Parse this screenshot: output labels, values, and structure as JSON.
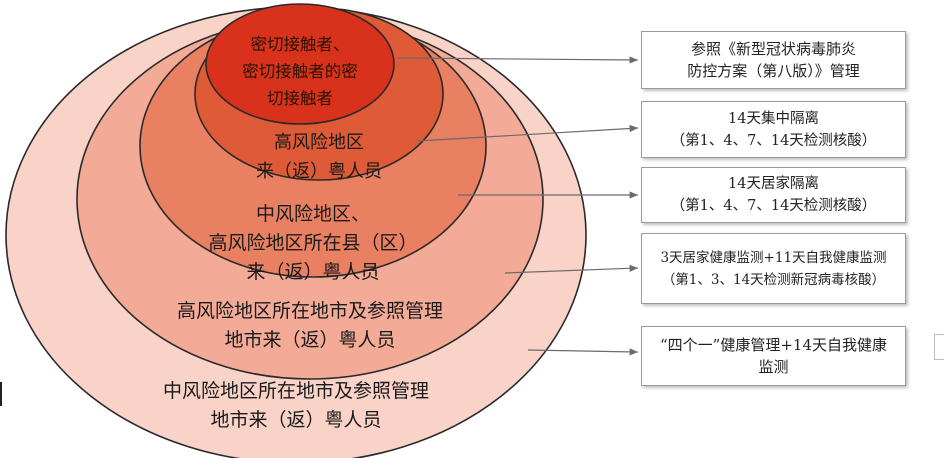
{
  "circles": [
    {
      "id": "level-5",
      "lines": [
        "中风险地区所在地市及参照管理",
        "地市来（返）粤人员"
      ],
      "fill": "#f9d2c8",
      "stroke": "#2a2a2a"
    },
    {
      "id": "level-4",
      "lines": [
        "高风险地区所在地市及参照管理",
        "地市来（返）粤人员"
      ],
      "fill": "#f3ab98",
      "stroke": "#2a2a2a"
    },
    {
      "id": "level-3",
      "lines": [
        "中风险地区、",
        "高风险地区所在县（区）",
        "来（返）粤人员"
      ],
      "fill": "#e98062",
      "stroke": "#2a2a2a"
    },
    {
      "id": "level-2",
      "lines": [
        "高风险地区",
        "来（返）粤人员"
      ],
      "fill": "#df5a36",
      "stroke": "#2a2a2a"
    },
    {
      "id": "level-1",
      "lines": [
        "密切接触者、",
        "密切接触者的密",
        "切接触者"
      ],
      "fill": "#d8321c",
      "stroke": "#2a2a2a"
    }
  ],
  "measures": [
    {
      "lines": [
        "参照《新型冠状病毒肺炎",
        "防控方案（第八版）》管理"
      ]
    },
    {
      "lines": [
        "14天集中隔离",
        "（第1、4、7、14天检测核酸）"
      ]
    },
    {
      "lines": [
        "14天居家隔离",
        "（第1、4、7、14天检测核酸）"
      ]
    },
    {
      "lines": [
        "3天居家健康监测+11天自我健康监测",
        "（第1、3、14天检测新冠病毒核酸）"
      ]
    },
    {
      "lines": [
        "“四个一”健康管理+14天自我健康",
        "监测"
      ]
    }
  ],
  "colors": {
    "connector": "#6b6b6b",
    "box_border": "#9a9a9a"
  }
}
